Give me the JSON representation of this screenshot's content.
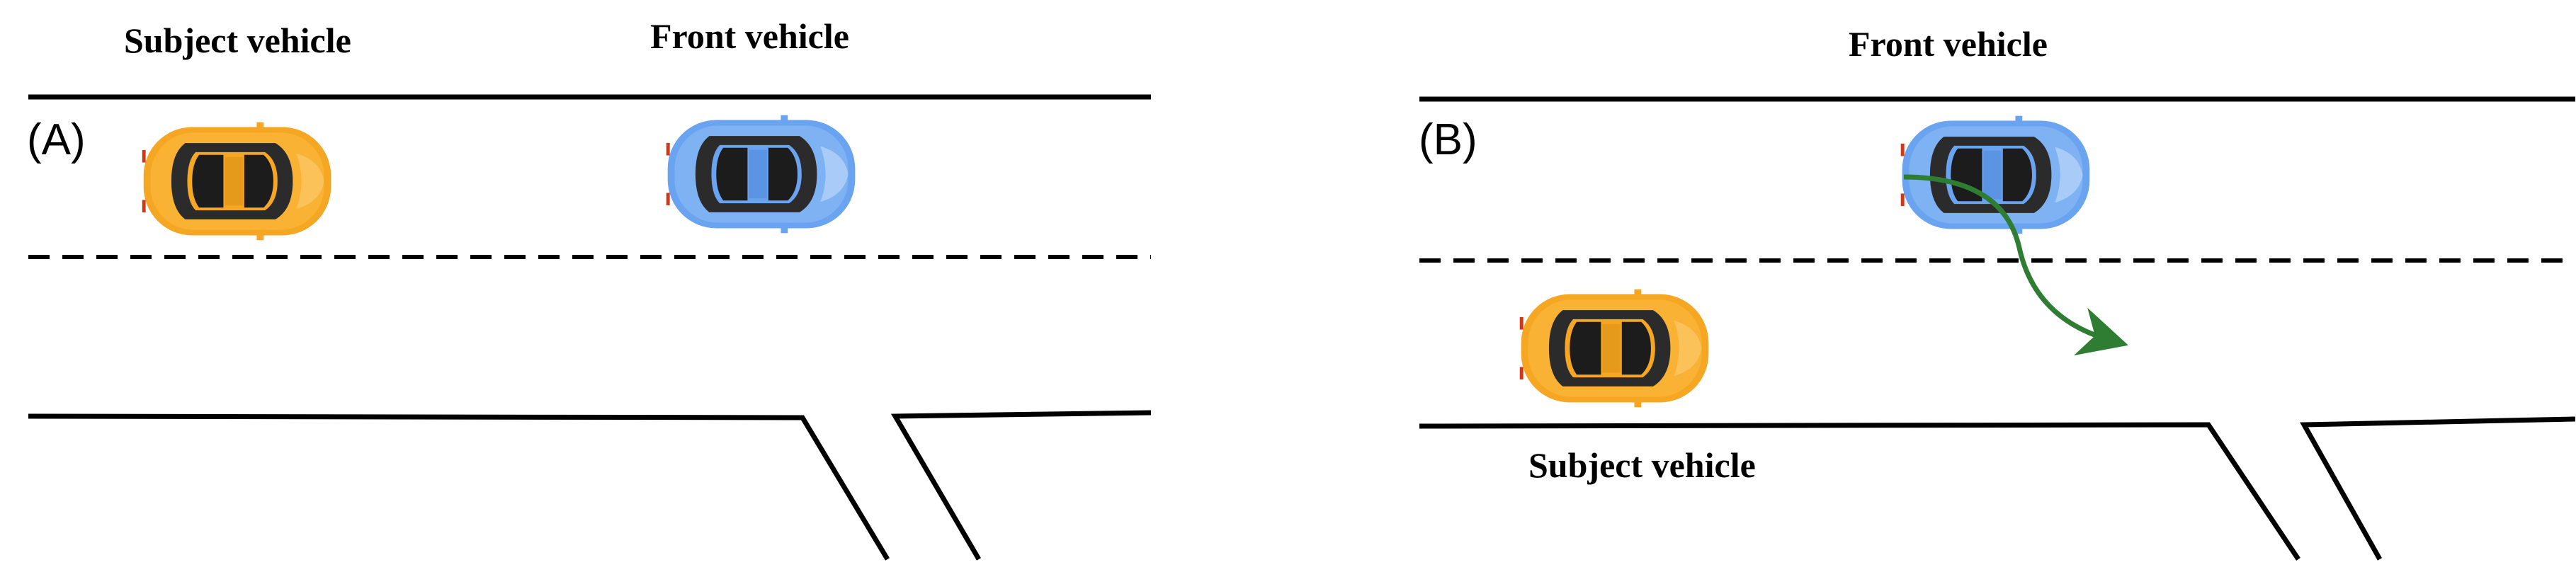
{
  "panels": [
    {
      "id": "A",
      "letter": "(A)",
      "subject_label": "Subject vehicle",
      "front_label": "Front vehicle"
    },
    {
      "id": "B",
      "letter": "(B)",
      "subject_label": "Subject vehicle",
      "front_label": "Front vehicle"
    }
  ],
  "colors": {
    "subject_vehicle": "#f5a623",
    "front_vehicle": "#6aa3ef",
    "trajectory": "#2e7d32",
    "road_line": "#000000"
  }
}
